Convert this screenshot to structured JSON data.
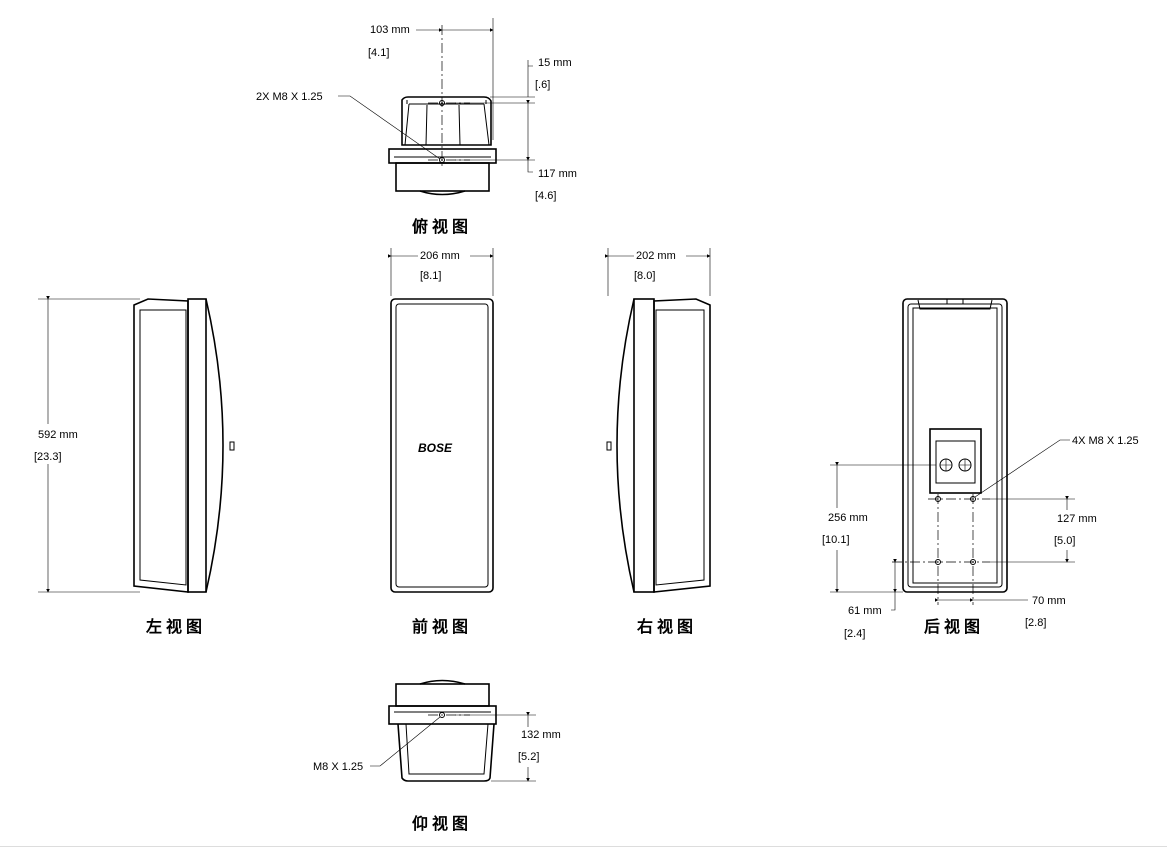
{
  "views": {
    "top": {
      "label": "俯视图",
      "width_mm": "103 mm",
      "width_in": "[4.1]",
      "offset_mm": "15 mm",
      "offset_in": "[.6]",
      "depth_mm": "117 mm",
      "depth_in": "[4.6]",
      "thread": "2X M8 X 1.25"
    },
    "front": {
      "label": "前视图",
      "width_mm": "206 mm",
      "width_in": "[8.1]",
      "logo": "BOSE"
    },
    "left": {
      "label": "左视图",
      "height_mm": "592 mm",
      "height_in": "[23.3]"
    },
    "right": {
      "label": "右视图",
      "width_mm": "202 mm",
      "width_in": "[8.0]"
    },
    "rear": {
      "label": "后视图",
      "thread": "4X M8 X 1.25",
      "h256_mm": "256 mm",
      "h256_in": "[10.1]",
      "h127_mm": "127 mm",
      "h127_in": "[5.0]",
      "h61_mm": "61 mm",
      "h61_in": "[2.4]",
      "w70_mm": "70 mm",
      "w70_in": "[2.8]"
    },
    "bottom": {
      "label": "仰视图",
      "depth_mm": "132 mm",
      "depth_in": "[5.2]",
      "thread": "M8 X 1.25"
    }
  }
}
